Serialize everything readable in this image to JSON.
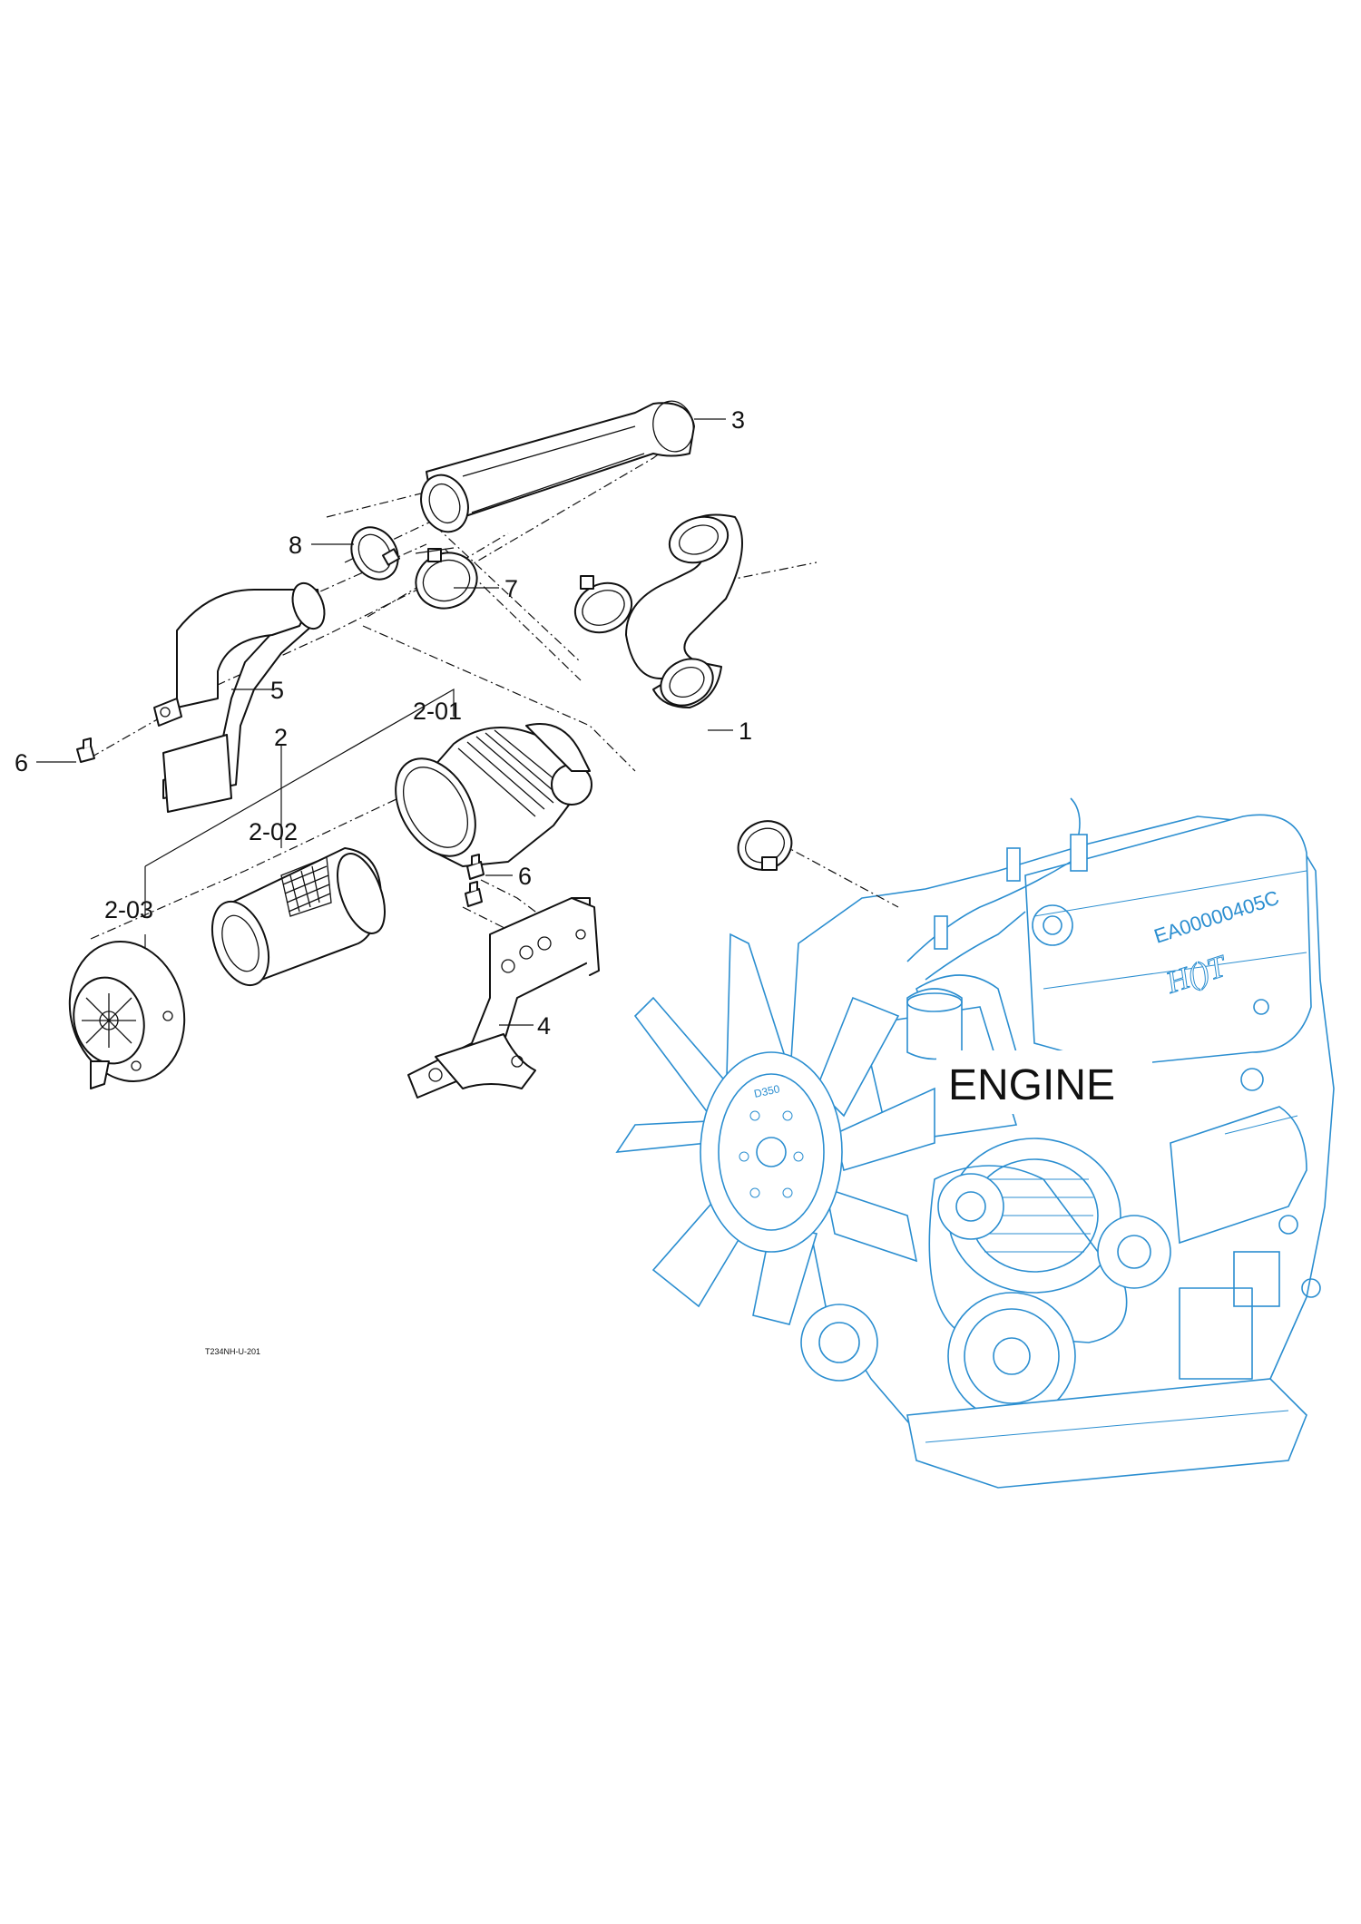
{
  "diagram": {
    "callouts": {
      "c1": "1",
      "c2": "2",
      "c2_01": "2-01",
      "c2_02": "2-02",
      "c2_03": "2-03",
      "c3": "3",
      "c4": "4",
      "c5": "5",
      "c6a": "6",
      "c6b": "6",
      "c7": "7",
      "c8": "8"
    },
    "engine_label": "ENGINE",
    "engine_plate_text": "EA00000405C",
    "engine_logo_text": "H()T",
    "fan_hub_text": "D350",
    "drawing_code": "T234NH-U-201"
  },
  "colors": {
    "line_art": "#111111",
    "engine_line_art": "#2b8ed0",
    "background": "#ffffff"
  }
}
